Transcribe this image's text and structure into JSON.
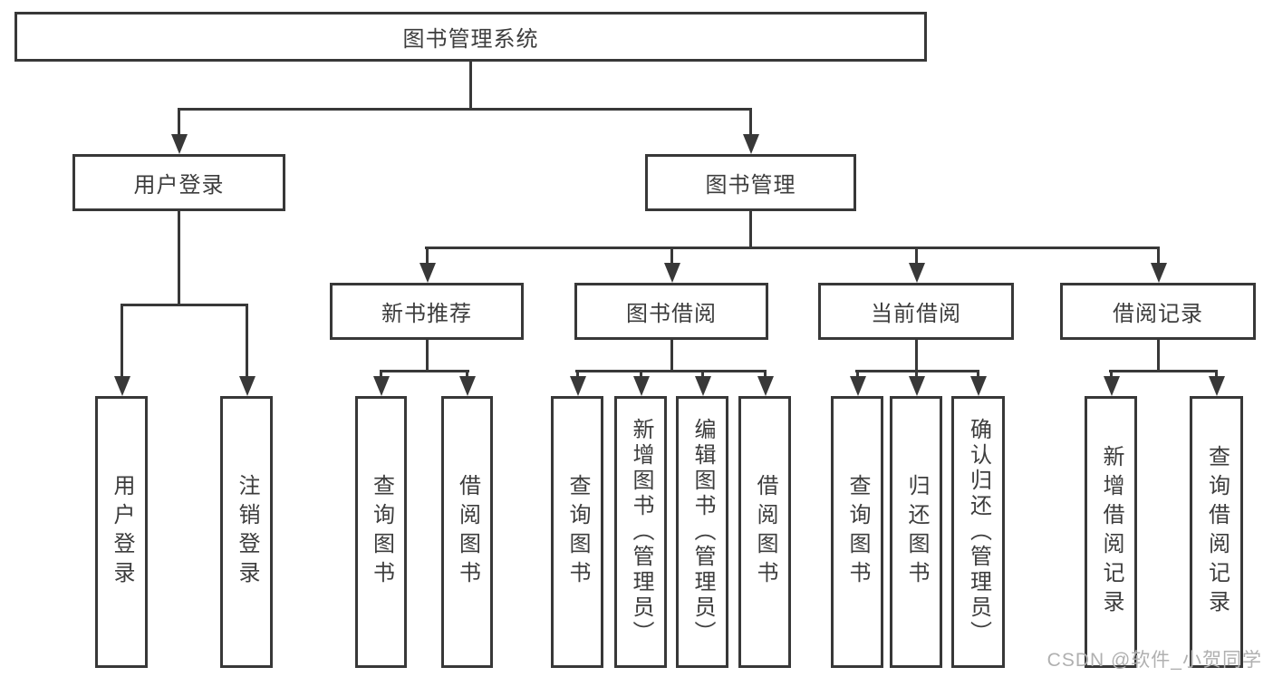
{
  "colors": {
    "line": "#383838",
    "text": "#3d3d3d",
    "watermark": "#b0b0b0"
  },
  "nodes": {
    "root": "图书管理系统",
    "user_login": "用户登录",
    "book_management": "图书管理",
    "new_book_recommend": "新书推荐",
    "book_borrowing": "图书借阅",
    "current_borrowing": "当前借阅",
    "borrowing_records": "借阅记录"
  },
  "leaves": {
    "user_login": "用户登录",
    "logout": "注销登录",
    "rec_query_book": "查询图书",
    "rec_borrow_book": "借阅图书",
    "bb_query_book": "查询图书",
    "bb_add_book": "新增图书（管理员）",
    "bb_edit_book": "编辑图书（管理员）",
    "bb_borrow_book": "借阅图书",
    "cb_query_book": "查询图书",
    "cb_return_book": "归还图书",
    "cb_confirm_return": "确认归还（管理员）",
    "br_add_record": "新增借阅记录",
    "br_query_record": "查询借阅记录"
  },
  "watermark": "CSDN @软件_小贺同学"
}
